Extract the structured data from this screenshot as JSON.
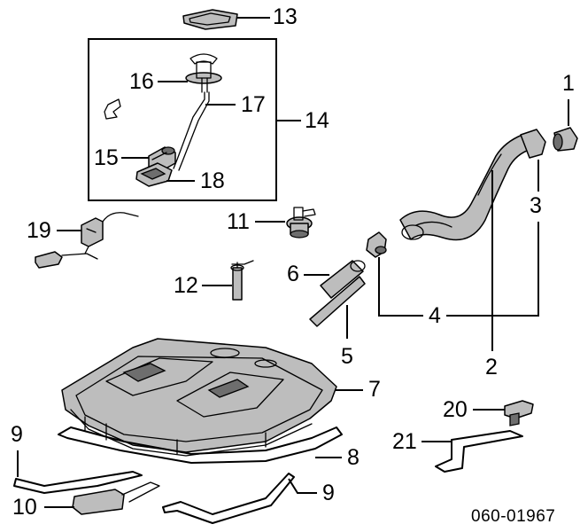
{
  "drawing_id": "060-01967",
  "callouts": {
    "p1": "1",
    "p2": "2",
    "p3": "3",
    "p4": "4",
    "p5": "5",
    "p6": "6",
    "p7": "7",
    "p8": "8",
    "p9a": "9",
    "p9b": "9",
    "p10": "10",
    "p11": "11",
    "p12": "12",
    "p13": "13",
    "p14": "14",
    "p15": "15",
    "p16": "16",
    "p17": "17",
    "p18": "18",
    "p19": "19",
    "p20": "20",
    "p21": "21"
  }
}
